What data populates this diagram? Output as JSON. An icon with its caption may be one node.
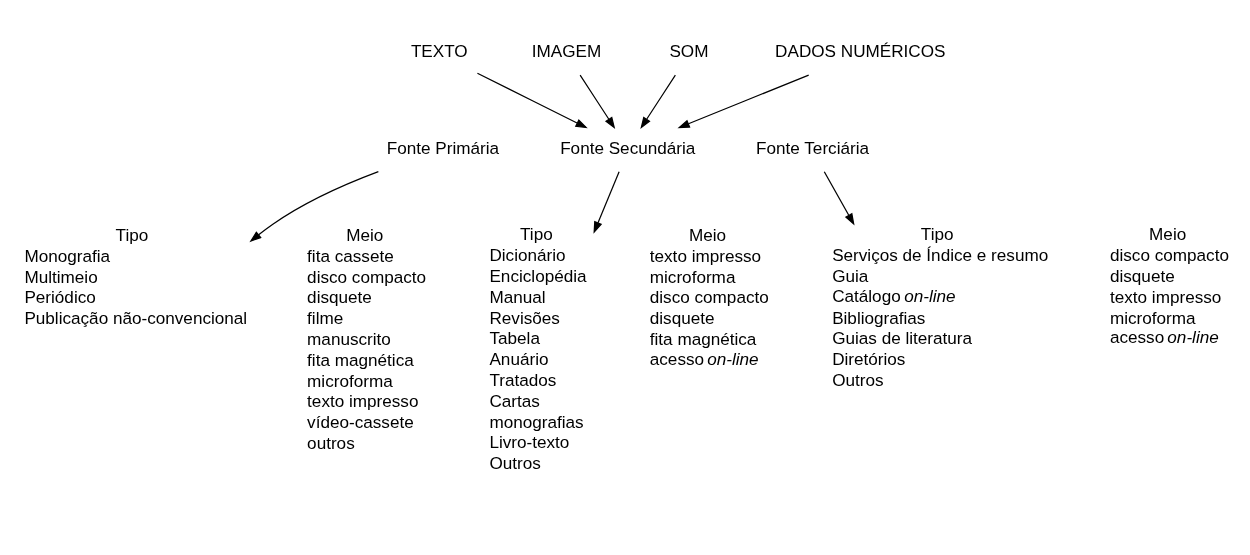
{
  "diagram": {
    "nodes": [
      {
        "text": [
          "TEXTO"
        ]
      },
      {
        "text": [
          "IMAGEM"
        ]
      },
      {
        "text": [
          "SOM"
        ]
      },
      {
        "text": [
          "DADOS NUMÉRICOS"
        ]
      },
      {
        "text": [
          "Fonte Primária"
        ]
      },
      {
        "text": [
          "Fonte Secundária"
        ]
      },
      {
        "text": [
          "Fonte Terciária"
        ]
      },
      {
        "text": [
          "Tipo",
          "Monografia",
          "Multimeio",
          "Periódico",
          "Publicação não-convencional"
        ]
      },
      {
        "text": [
          "Meio",
          "fita cassete",
          "disco compacto",
          "disquete",
          "filme",
          "manuscrito",
          "fita magnética",
          "microforma",
          "texto impresso",
          "vídeo-cassete",
          "outros"
        ]
      },
      {
        "text": [
          "Tipo",
          "Dicionário",
          "Enciclopédia",
          "Manual",
          "Revisões",
          "Tabela",
          "Anuário",
          "Tratados",
          "Cartas",
          "monografias",
          "Livro-texto",
          "Outros"
        ]
      },
      {
        "text": [
          "Meio",
          "texto impresso",
          "microforma",
          "disco compacto",
          "disquete",
          "fita magnética",
          "acesso *on-line*"
        ]
      },
      {
        "text": [
          "Tipo",
          "Serviços de Índice e resumo",
          "Guia",
          "Catálogo *on-line*",
          "Bibliografias",
          "Guias de literatura",
          "Diretórios",
          "Outros"
        ]
      },
      {
        "text": [
          "Meio",
          "disco compacto",
          "disquete",
          "texto impresso",
          "microforma",
          "acesso *on-line*"
        ]
      }
    ],
    "edges": [
      {
        "from": 0,
        "to": 5,
        "arrow": "to"
      },
      {
        "from": 1,
        "to": 5,
        "arrow": "to"
      },
      {
        "from": 2,
        "to": 5,
        "arrow": "to"
      },
      {
        "from": 3,
        "to": 5,
        "arrow": "to"
      },
      {
        "from": 4,
        "to": 7,
        "arrow": "to"
      },
      {
        "from": 5,
        "to": 9,
        "arrow": "to"
      },
      {
        "from": 6,
        "to": 11,
        "arrow": "to"
      }
    ]
  }
}
